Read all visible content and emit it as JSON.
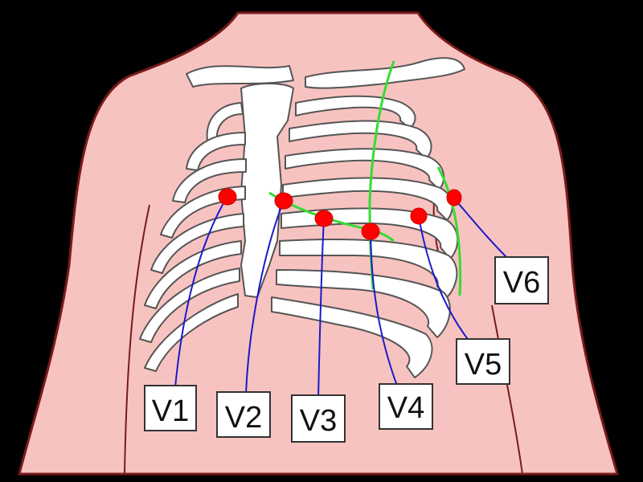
{
  "colors": {
    "background": "#000000",
    "skin": "#f7c3c0",
    "skin_outline": "#7a1a1a",
    "bone": "#ffffff",
    "bone_outline": "#555555",
    "electrode": "#ff0000",
    "lead_wire": "#1a1acc",
    "guide_line": "#33dd33",
    "label_box": "#ffffff"
  },
  "icons": {
    "ribcage": "ribcage-illustration",
    "electrode": "electrode-dot"
  },
  "leads": [
    {
      "id": "v1",
      "label": "V1"
    },
    {
      "id": "v2",
      "label": "V2"
    },
    {
      "id": "v3",
      "label": "V3"
    },
    {
      "id": "v4",
      "label": "V4"
    },
    {
      "id": "v5",
      "label": "V5"
    },
    {
      "id": "v6",
      "label": "V6"
    }
  ]
}
